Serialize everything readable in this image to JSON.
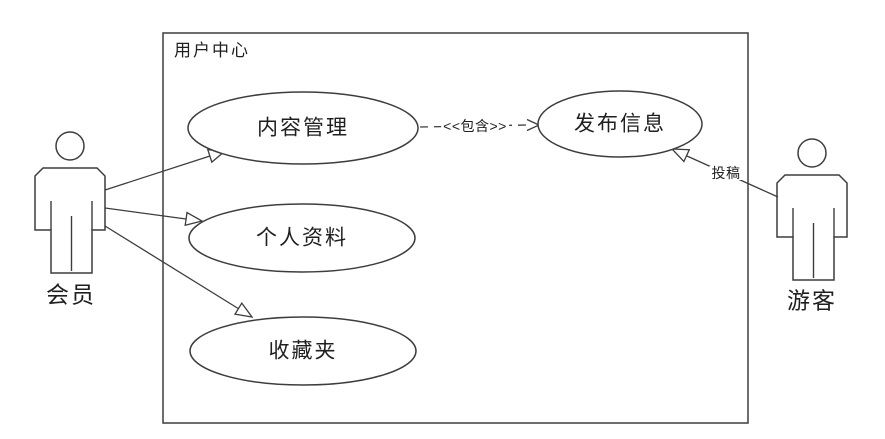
{
  "diagram": {
    "type": "uml-use-case",
    "system_boundary": {
      "label": "用户中心"
    },
    "actors": [
      {
        "id": "member",
        "label": "会员",
        "position": "left"
      },
      {
        "id": "visitor",
        "label": "游客",
        "position": "right"
      }
    ],
    "use_cases": [
      {
        "id": "content-management",
        "label": "内容管理"
      },
      {
        "id": "personal-profile",
        "label": "个人资料"
      },
      {
        "id": "favorites",
        "label": "收藏夹"
      },
      {
        "id": "publish-info",
        "label": "发布信息"
      }
    ],
    "relationships": [
      {
        "from": "member",
        "to": "content-management",
        "type": "association",
        "label": ""
      },
      {
        "from": "member",
        "to": "personal-profile",
        "type": "association",
        "label": ""
      },
      {
        "from": "member",
        "to": "favorites",
        "type": "association",
        "label": ""
      },
      {
        "from": "content-management",
        "to": "publish-info",
        "type": "include",
        "label": "<<包含>>"
      },
      {
        "from": "visitor",
        "to": "publish-info",
        "type": "association",
        "label": "投稿"
      }
    ],
    "colors": {
      "stroke": "#3d3d3d",
      "text": "#1f1f1f",
      "background": "#ffffff"
    }
  }
}
